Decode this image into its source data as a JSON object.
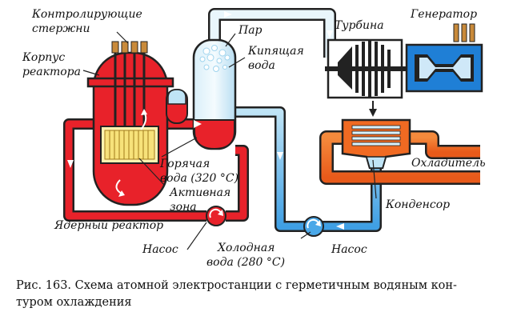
{
  "labels": {
    "rods_line1": "Контролирующие",
    "rods_line2": "стержни",
    "vessel_line1": "Корпус",
    "vessel_line2": "реактора",
    "steam": "Пар",
    "boiling_line1": "Кипящая",
    "boiling_line2": "вода",
    "turbine": "Турбина",
    "generator": "Генератор",
    "hot_line1": "Горячая",
    "hot_line2": "вода (320 °С)",
    "core_line1": "Активная",
    "core_line2": "зона",
    "cooler": "Охладитель",
    "condenser": "Конденсор",
    "reactor": "Ядерный реактор",
    "pump_left": "Насос",
    "pump_right": "Насос",
    "cold_line1": "Холодная",
    "cold_line2": "вода (280 °С)"
  },
  "caption": {
    "line1": "Рис. 163. Схема атомной электростанции с герметичным водяным кон-",
    "line2": "туром охлаждения"
  },
  "colors": {
    "hot": "#e8222a",
    "cold": "#4aa8e8",
    "light_blue": "#bfe4f6",
    "steam_pipe": "#e9f6fc",
    "core": "#f7e27a",
    "coolant": "#f06a22",
    "dark": "#222222"
  }
}
